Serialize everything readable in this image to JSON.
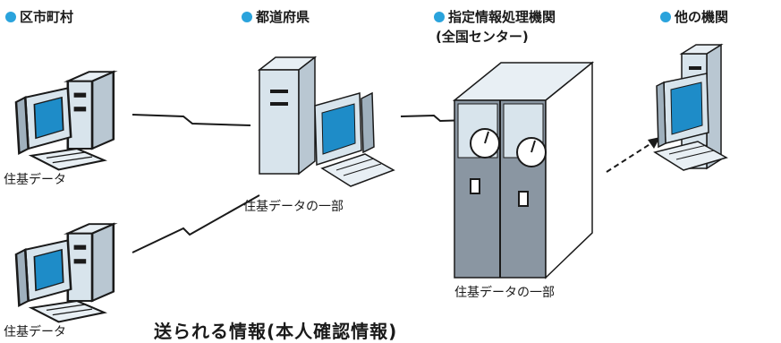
{
  "headers": {
    "municipality": "区市町村",
    "prefecture": "都道府県",
    "designated_agency": "指定情報処理機関",
    "designated_agency_sub": "(全国センター)",
    "other_agency": "他の機関"
  },
  "captions": {
    "resident_data_top": "住基データ",
    "resident_data_bottom": "住基データ",
    "partial_data_prefecture": "住基データの一部",
    "partial_data_center": "住基データの一部"
  },
  "title": "送られる情報(本人確認情報)",
  "colors": {
    "accent_dot": "#2aa3dc",
    "device": "#d8e4ec",
    "screen": "#1e8cc8",
    "cabinet": "#8a96a2",
    "outline": "#1a1a1a"
  }
}
